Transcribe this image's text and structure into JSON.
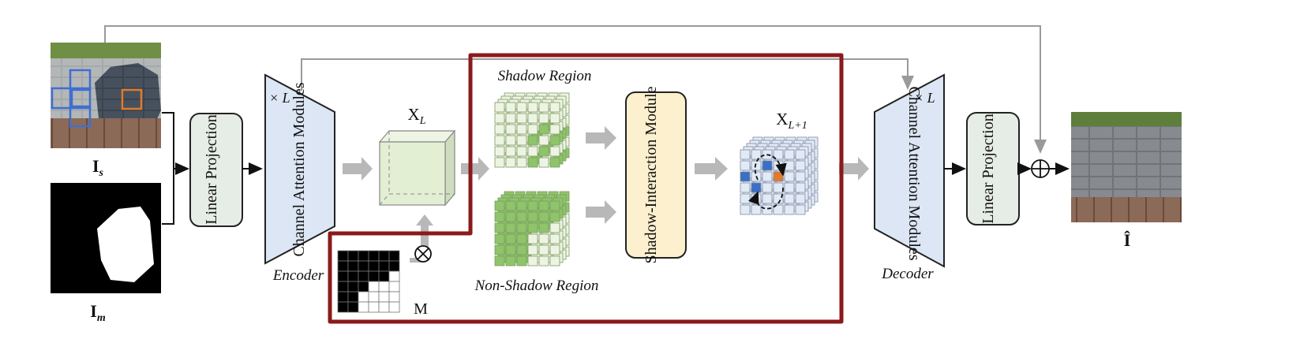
{
  "labels": {
    "input_shadow_image": "I",
    "input_shadow_sub": "s",
    "input_mask": "I",
    "input_mask_sub": "m",
    "linear_projection_in": "Linear Projection",
    "channel_attention_encoder": "Channel Attention Modules",
    "encoder_repeat": "× L",
    "encoder": "Encoder",
    "feature_xl": "X",
    "feature_xl_sub": "L",
    "shadow_region": "Shadow Region",
    "non_shadow_region": "Non-Shadow Region",
    "shadow_interaction_module": "Shadow-Interaction Module",
    "feature_xl1": "X",
    "feature_xl1_sub": "L+1",
    "mask_label": "M",
    "multiply_symbol": "⊗",
    "channel_attention_decoder": "Channel Attention Modules",
    "decoder_repeat": "× L",
    "decoder": "Decoder",
    "linear_projection_out": "Linear Projection",
    "add_symbol": "⊕",
    "output_image": "Î"
  },
  "colors": {
    "highlight_frame": "#8b1a1a",
    "module_blue": "#dce6f4",
    "projection_fill": "#e6ece6",
    "sim_fill": "#fdf0cf",
    "cube_green": "#e3efd3",
    "green_dark": "#8fc46a",
    "patch_blue": "#3b6fc4",
    "patch_orange": "#e27a2a",
    "arrow_gray": "#b8b8b8"
  }
}
